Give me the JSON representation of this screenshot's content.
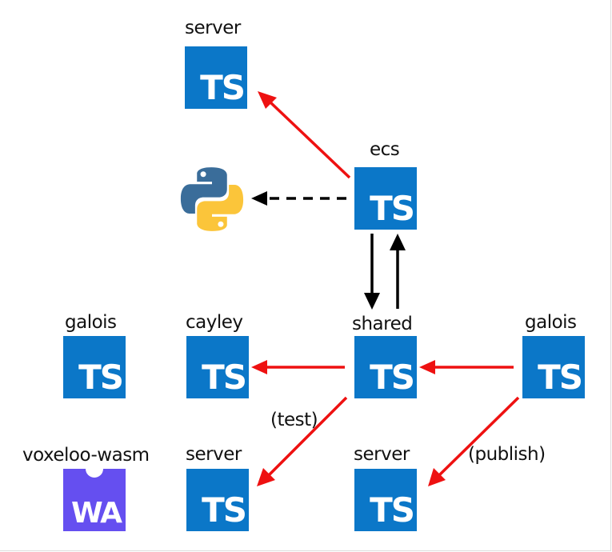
{
  "colors": {
    "typescript": "#0b77c8",
    "wasm": "#654ff0",
    "red_edge": "#ee1111",
    "black_edge": "#000000",
    "python_blue": "#3a6d9a",
    "python_yellow": "#fbc53a"
  },
  "nodes": [
    {
      "id": "server-top",
      "label": "server",
      "icon": "typescript-icon",
      "glyph": "TS"
    },
    {
      "id": "ecs",
      "label": "ecs",
      "icon": "typescript-icon",
      "glyph": "TS"
    },
    {
      "id": "python",
      "label": "",
      "icon": "python-icon",
      "glyph": ""
    },
    {
      "id": "galois-left",
      "label": "galois",
      "icon": "typescript-icon",
      "glyph": "TS"
    },
    {
      "id": "cayley",
      "label": "cayley",
      "icon": "typescript-icon",
      "glyph": "TS"
    },
    {
      "id": "shared",
      "label": "shared",
      "icon": "typescript-icon",
      "glyph": "TS"
    },
    {
      "id": "galois-right",
      "label": "galois",
      "icon": "typescript-icon",
      "glyph": "TS"
    },
    {
      "id": "voxeloo-wasm",
      "label": "voxeloo-wasm",
      "icon": "webassembly-icon",
      "glyph": "WA"
    },
    {
      "id": "server-mid",
      "label": "server",
      "icon": "typescript-icon",
      "glyph": "TS"
    },
    {
      "id": "server-right",
      "label": "server",
      "icon": "typescript-icon",
      "glyph": "TS"
    }
  ],
  "edges": [
    {
      "from": "ecs",
      "to": "server-top",
      "style": "solid",
      "color": "red",
      "label": ""
    },
    {
      "from": "ecs",
      "to": "python",
      "style": "dashed",
      "color": "black",
      "label": ""
    },
    {
      "from": "ecs",
      "to": "shared",
      "style": "solid",
      "color": "black",
      "label": ""
    },
    {
      "from": "shared",
      "to": "ecs",
      "style": "solid",
      "color": "black",
      "label": ""
    },
    {
      "from": "shared",
      "to": "cayley",
      "style": "solid",
      "color": "red",
      "label": ""
    },
    {
      "from": "galois-right",
      "to": "shared",
      "style": "solid",
      "color": "red",
      "label": ""
    },
    {
      "from": "shared",
      "to": "server-mid",
      "style": "solid",
      "color": "red",
      "label": "(test)"
    },
    {
      "from": "galois-right",
      "to": "server-right",
      "style": "solid",
      "color": "red",
      "label": "(publish)"
    }
  ]
}
